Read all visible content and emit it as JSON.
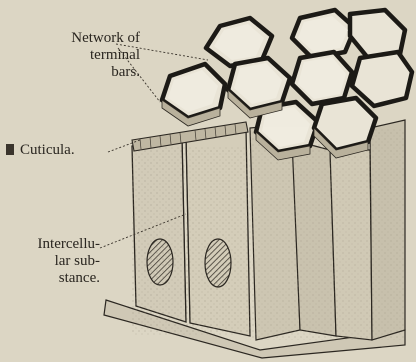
{
  "figure": {
    "labels": {
      "terminal_bars": [
        "Network of",
        "terminal",
        "bars."
      ],
      "cuticula": "Cuticula.",
      "intercellular": [
        "Intercellu-",
        "lar sub-",
        "stance."
      ]
    },
    "colors": {
      "background": "#dcd6c4",
      "cell_face": "#cfc8b4",
      "cell_top": "#ebe6d8",
      "terminal_bar": "#1c1a16",
      "nucleus": "#6a6255"
    }
  }
}
